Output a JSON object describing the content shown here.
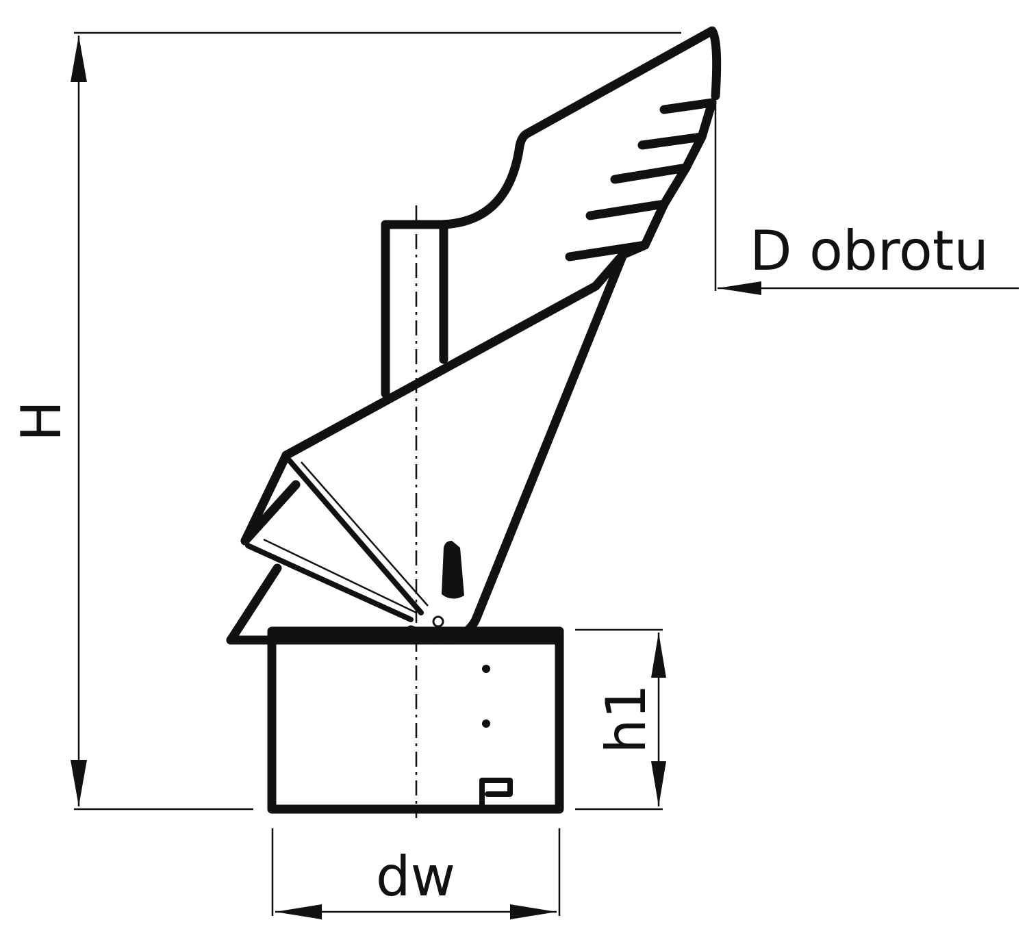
{
  "dimensions": {
    "height_label": "H",
    "rotation_diameter_label": "D obrotu",
    "sleeve_height_label": "h1",
    "inner_diameter_label": "dw"
  }
}
